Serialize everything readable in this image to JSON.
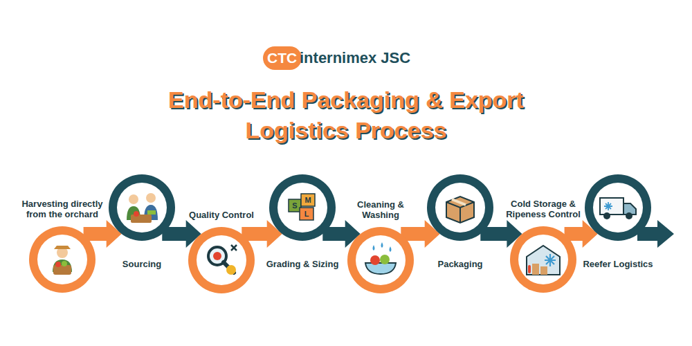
{
  "diagram": {
    "title": "End-to-End Packaging & Export Logistics Process",
    "nodes": [
      {
        "text": [
          "CTC"
        ]
      },
      {
        "text": [
          "Harvesting directly from the orchard"
        ]
      },
      {
        "text": [
          "Sourcing"
        ]
      },
      {
        "text": [
          "Quality Control"
        ]
      },
      {
        "text": [
          "Grading & Sizing"
        ]
      },
      {
        "text": [
          "Cleaning & Washing"
        ]
      },
      {
        "text": [
          "Packaging"
        ]
      },
      {
        "text": [
          "Cold Storage & Ripeness Control"
        ]
      },
      {
        "text": [
          "Reefer Logistics"
        ]
      }
    ],
    "edges": [
      {
        "from": 1,
        "to": 2,
        "arrow": "to"
      },
      {
        "from": 2,
        "to": 3,
        "arrow": "to"
      },
      {
        "from": 3,
        "to": 4,
        "arrow": "to"
      },
      {
        "from": 4,
        "to": 5,
        "arrow": "to"
      },
      {
        "from": 5,
        "to": 6,
        "arrow": "to"
      },
      {
        "from": 6,
        "to": 7,
        "arrow": "to"
      },
      {
        "from": 7,
        "to": 8,
        "arrow": "to"
      }
    ],
    "labels": [
      "internimex JSC",
      "S",
      "M",
      "L"
    ]
  }
}
